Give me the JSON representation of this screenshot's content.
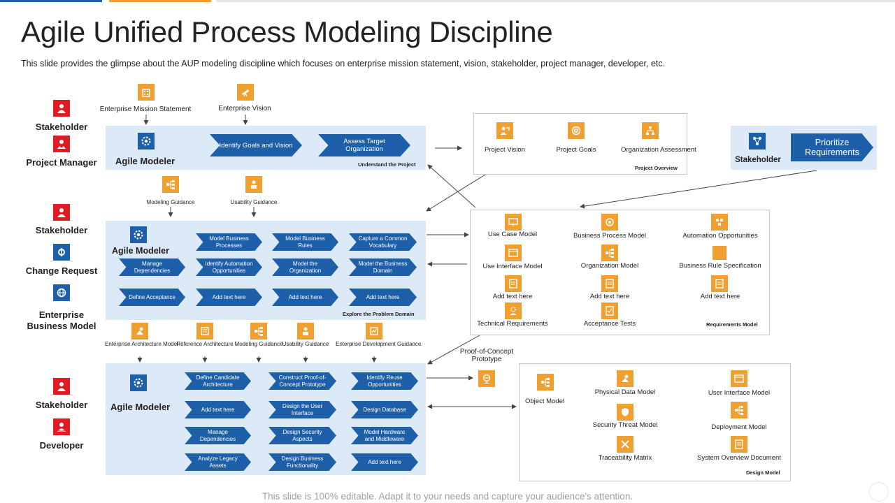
{
  "title": "Agile Unified Process Modeling Discipline",
  "subtitle": "This slide provides  the glimpse about the AUP modeling discipline which focuses on enterprise  mission statement, vision,  stakeholder,  project manager,  developer,  etc.",
  "footer": "This slide is 100% editable. Adapt it to your needs and capture your audience's attention.",
  "colors": {
    "primary_blue": "#1d5fa8",
    "light_blue_band": "#dce9f7",
    "accent_orange": "#f0a030",
    "accent_red": "#e01b24"
  },
  "left_roles": {
    "r1": "Stakeholder",
    "r2": "Project Manager",
    "r3": "Stakeholder",
    "r4": "Change Request",
    "r5a": "Enterprise",
    "r5b": "Business  Model",
    "r6": "Stakeholder",
    "r7": "Developer"
  },
  "section1": {
    "top_inputs": [
      "Enterprise Mission Statement",
      "Enterprise Vision"
    ],
    "modeler": "Agile Modeler",
    "steps": [
      "Identify Goals and Vision",
      "Assess Target Organization"
    ],
    "footer": "Understand the Project",
    "guidance": [
      "Modeling Guidance",
      "Usability Guidance"
    ]
  },
  "project_overview": {
    "items": [
      "Project Vision",
      "Project Goals",
      "Organization Assessment"
    ],
    "footer": "Project Overview"
  },
  "prioritize": {
    "role": "Stakeholder",
    "action": "Prioritize Requirements"
  },
  "section2": {
    "modeler": "Agile Modeler",
    "row1": [
      "Model Business Processes",
      "Model Business Rules",
      "Capture  a Common Vocabulary"
    ],
    "row2": [
      "Manage Dependencies",
      "Identify Automation Opportunities",
      "Model the Organization",
      "Model the Business Domain"
    ],
    "row3": [
      "Define   Acceptance",
      "Add text here",
      "Add text here",
      "Add text here"
    ],
    "footer": "Explore the Problem Domain",
    "guidance": [
      "Enterprise Architecture  Model",
      "Reference Architecture",
      "Modeling Guidance",
      "Usability Guidance",
      "Enterprise Development  Guidance"
    ]
  },
  "requirements_model": {
    "col1": [
      "Use Case Model",
      "Use Interface Model",
      "Add text here",
      "Technical Requirements"
    ],
    "col2": [
      "Business Process Model",
      "Organization  Model",
      "Add text here",
      "Acceptance Tests"
    ],
    "col3": [
      "Automation Opportunities",
      "Business Rule Specification",
      "Add text here"
    ],
    "footer": "Requirements  Model"
  },
  "poc": "Proof-of-Concept Prototype",
  "section3": {
    "modeler": "Agile Modeler",
    "col1": [
      "Define Candidate Architecture",
      "Add text here",
      "Manage Dependencies",
      "Analyze Legacy Assets"
    ],
    "col2": [
      "Construct Proof-of- Concept Prototype",
      "Design the User Interface",
      "Design Security Aspects",
      "Design Business Functionality"
    ],
    "col3": [
      "Identify Reuse Opportunities",
      "Design Database",
      "Model Hardware and Middleware",
      "Add text here"
    ]
  },
  "design_model": {
    "left": "Object Model",
    "col1": [
      "Physical Data Model",
      "Security Threat Model",
      "Traceability Matrix"
    ],
    "col2": [
      "User Interface Model",
      "Deployment Model",
      "System Overview Document"
    ],
    "footer": "Design Model"
  }
}
